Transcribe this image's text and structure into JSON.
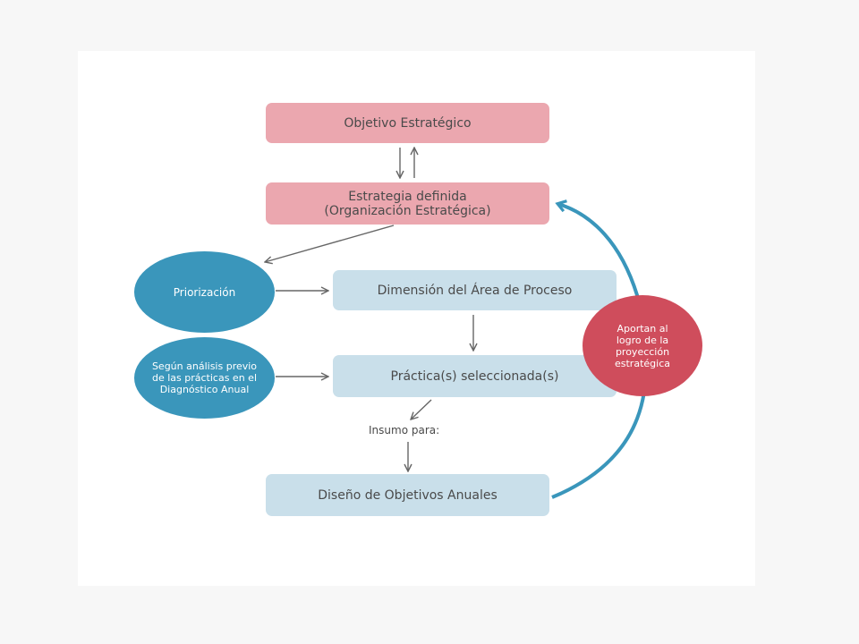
{
  "diagram": {
    "objetivo_estrategico": "Objetivo Estratégico",
    "estrategia_definida_line1": "Estrategia definida",
    "estrategia_definida_line2": "(Organización Estratégica)",
    "dimension_area_proceso": "Dimensión del Área de Proceso",
    "practicas_seleccionadas": "Práctica(s) seleccionada(s)",
    "diseno_objetivos_anuales": "Diseño de Objetivos Anuales",
    "priorizacion": "Priorización",
    "segun_analisis_line1": "Según análisis previo",
    "segun_analisis_line2": "de las prácticas en el",
    "segun_analisis_line3": "Diagnóstico Anual",
    "aportan_line1": "Aportan al",
    "aportan_line2": "logro de la",
    "aportan_line3": "proyección",
    "aportan_line4": "estratégica",
    "insumo_para": "Insumo para:"
  },
  "colors": {
    "pink_box": "#eba7af",
    "blue_box": "#c9dfea",
    "teal_ellipse": "#3a96bb",
    "red_circle": "#cf4d5c",
    "arrow_gray": "#666666",
    "arrow_blue": "#3a96bb"
  }
}
